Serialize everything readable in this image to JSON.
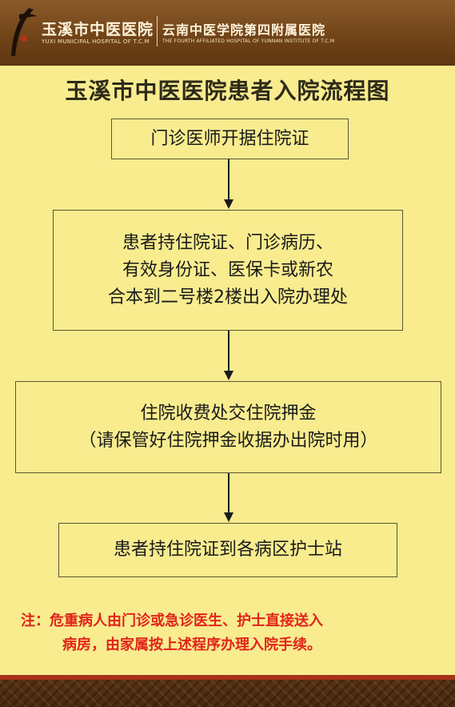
{
  "header": {
    "hospital_name": "玉溪市中医医院",
    "hospital_name_en": "YUXI MUNICIPAL HOSPITAL OF T.C.M",
    "affiliation": "云南中医学院第四附属医院",
    "affiliation_en": "THE FOURTH AFFILIATED HOSPITAL OF YUNNAN INSTITUTE OF T.C.M"
  },
  "title": "玉溪市中医医院患者入院流程图",
  "steps": [
    {
      "lines": [
        "门诊医师开据住院证"
      ]
    },
    {
      "lines": [
        "患者持住院证、门诊病历、",
        "有效身份证、医保卡或新农",
        "合本到二号楼2楼出入院办理处"
      ]
    },
    {
      "lines": [
        "住院收费处交住院押金",
        "（请保管好住院押金收据办出院时用）"
      ]
    },
    {
      "lines": [
        "患者持住院证到各病区护士站"
      ]
    }
  ],
  "note": {
    "line1": "注：危重病人由门诊或急诊医生、护士直接送入",
    "line2": "病房，由家属按上述程序办理入院手续。"
  },
  "colors": {
    "background": "#f8ec8f",
    "header": "#6f4217",
    "note": "#e2241a",
    "box_border": "#5c5632"
  }
}
